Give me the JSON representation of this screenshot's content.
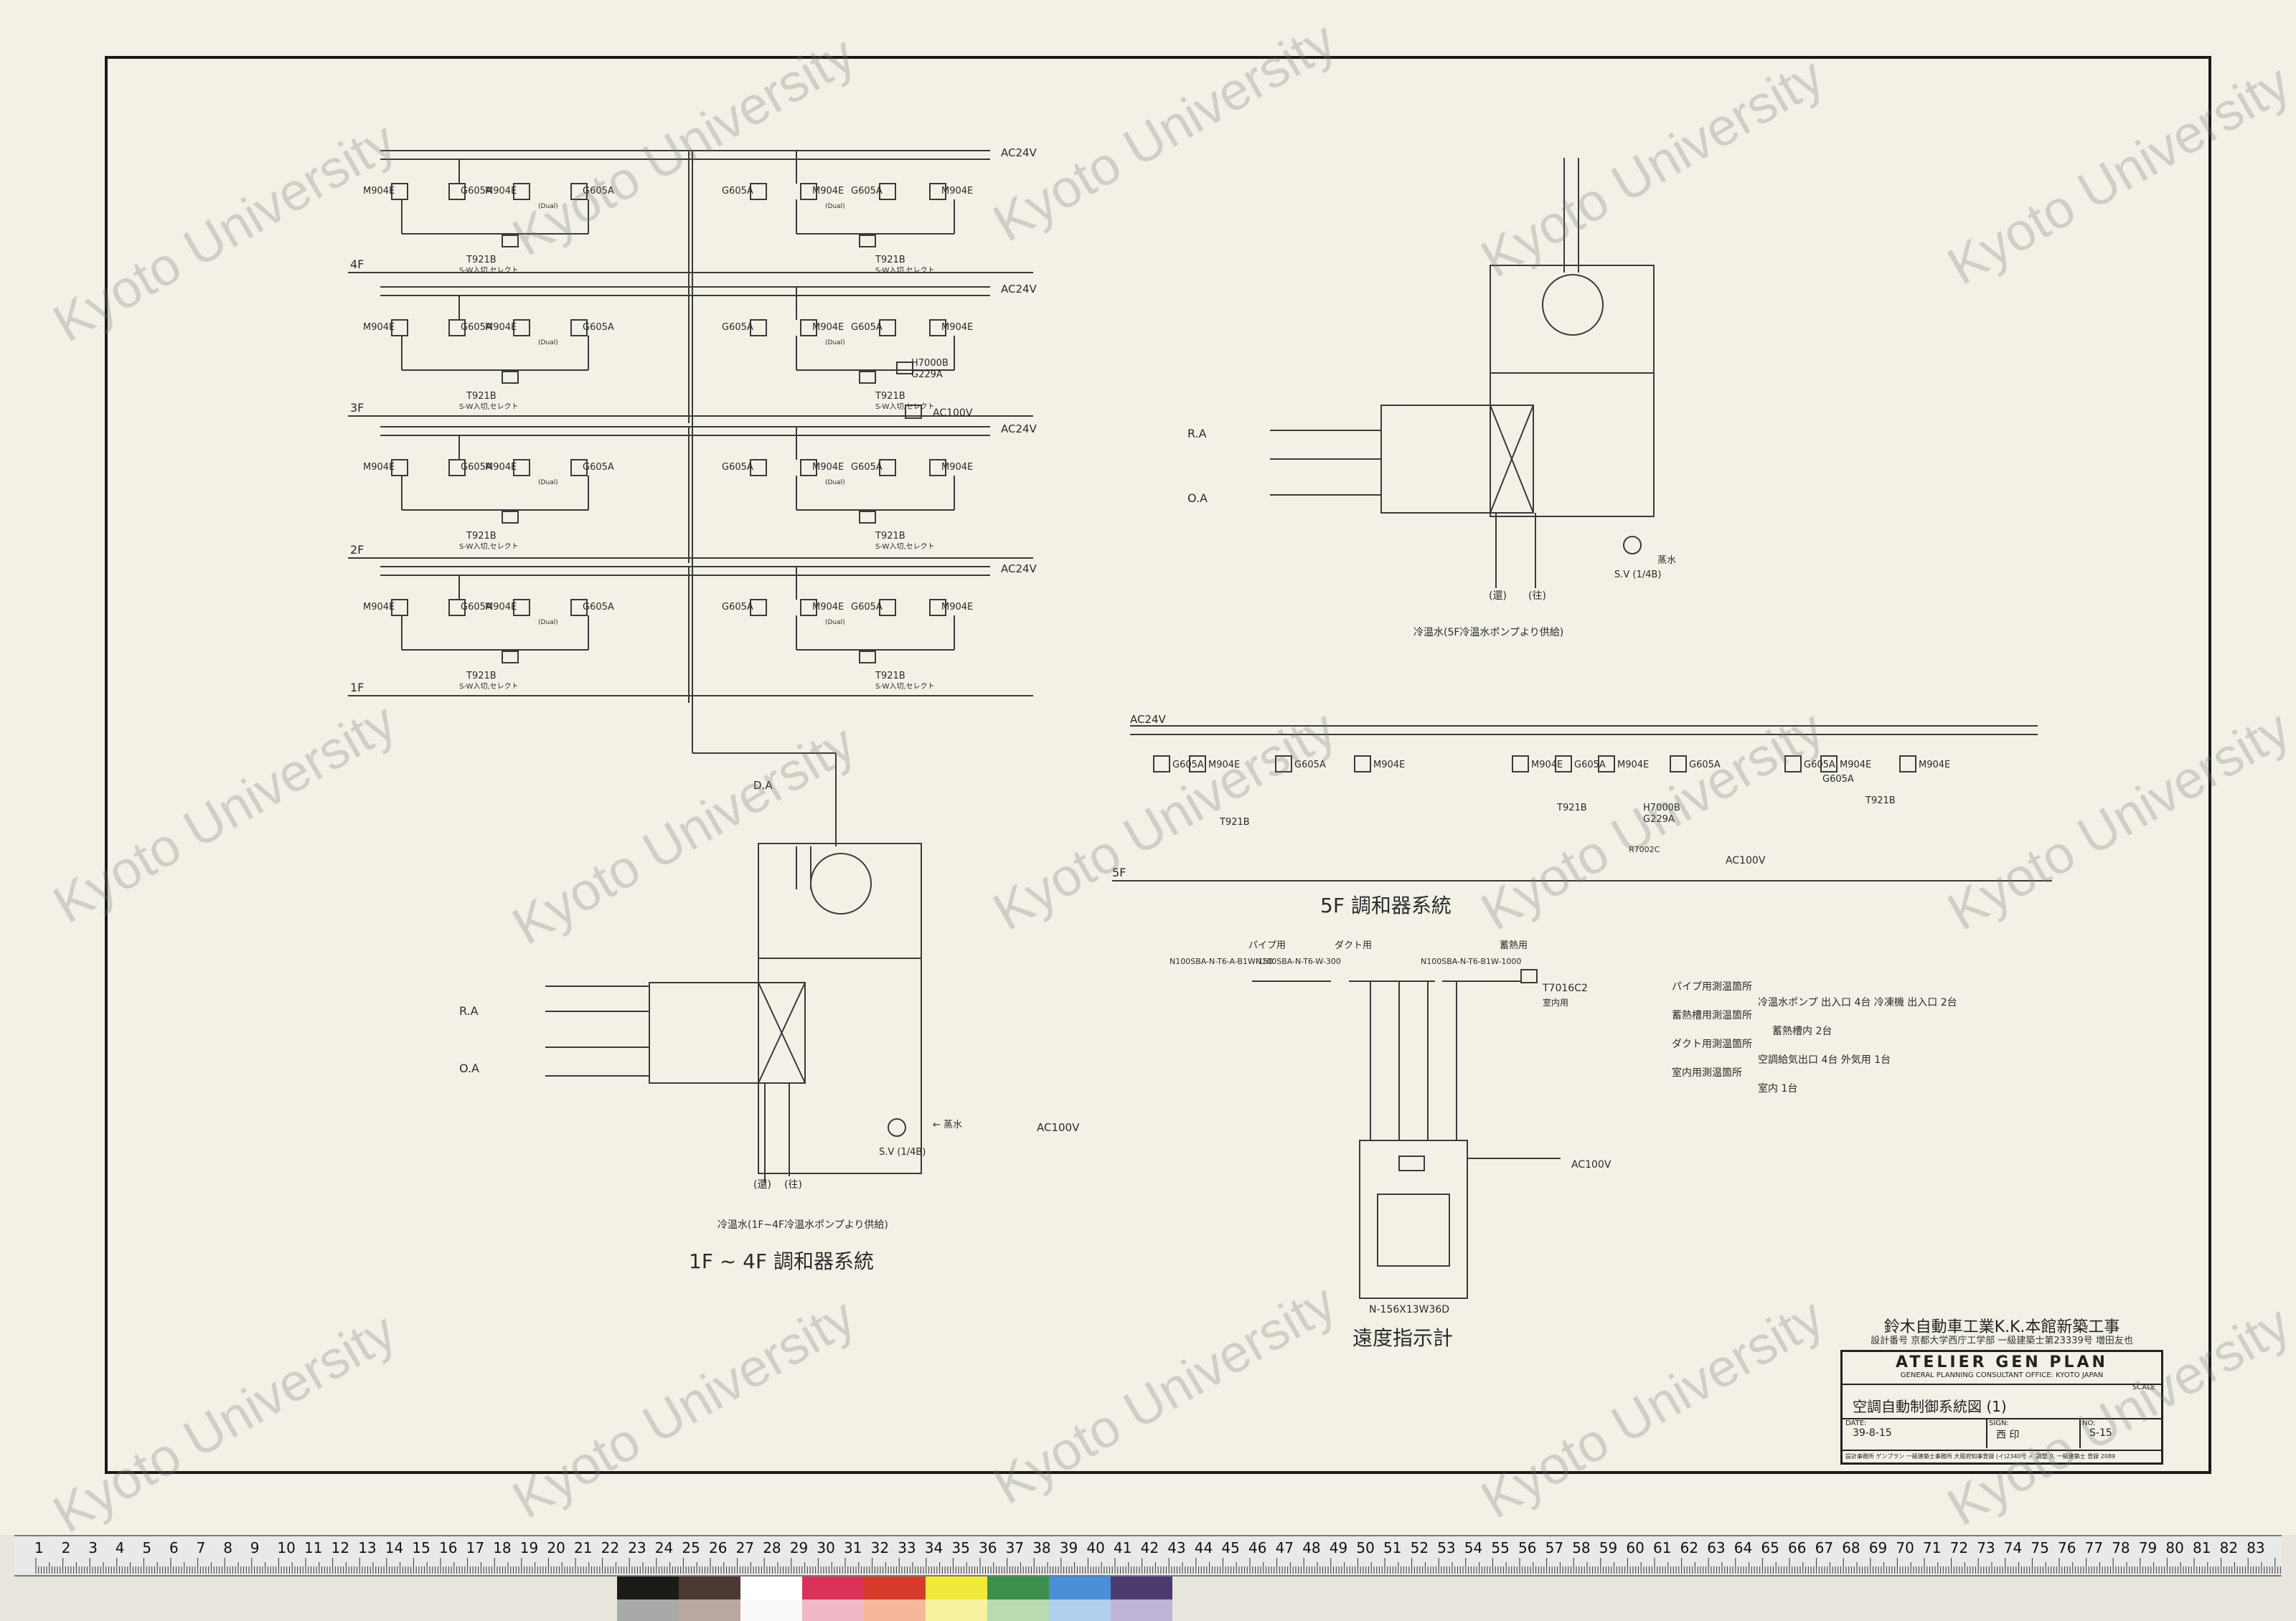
{
  "watermark": "Kyoto University",
  "colors": {
    "paper": "#f3f1e6",
    "ink": "#2a2a2a",
    "border": "#1a1a1a"
  },
  "floors": [
    "4F",
    "3F",
    "2F",
    "1F"
  ],
  "upper_system": {
    "supply": [
      "AC24V",
      "AC24V",
      "AC24V",
      "AC24V"
    ],
    "ac100": "AC100V",
    "devices_row": [
      "M904E",
      "G605A",
      "M904E",
      "G605A",
      "G605A",
      "M904E",
      "G605A",
      "M904E"
    ],
    "dual": "(Dual)",
    "t921b": "T921B",
    "t921b_note": "S-W入切,セレクト",
    "h7000": "H7000B",
    "h7000_sub": "G229A",
    "da": "D.A"
  },
  "ahu_left": {
    "ra": "R.A",
    "oa": "O.A",
    "ac100": "AC100V",
    "valve": "S.V (1/4B)",
    "water": "← 蒸水",
    "drain1": "(還)",
    "drain2": "(往)",
    "note": "冷温水(1F~4F冷温水ポンプより供給)",
    "title": "1F ~ 4F 調和器系統"
  },
  "ahu_right": {
    "ra": "R.A",
    "oa": "O.A",
    "valve": "S.V (1/4B)",
    "water": "蒸水",
    "drain1": "(還)",
    "drain2": "(往)",
    "note": "冷温水(5F冷温水ポンプより供給)",
    "title": "5F 調和器系統",
    "floor": "5F",
    "supply": "AC24V",
    "ac100": "AC100V",
    "devices": [
      "G605A",
      "M904E",
      "G605A",
      "M904E",
      "M904E",
      "G605A",
      "M904E",
      "G605A",
      "G605A",
      "M904E",
      "M904E"
    ],
    "extra": "G605A",
    "t921b": "T921B",
    "h7000": "H7000B",
    "h7000_sub": "G229A",
    "relay": "R7002C"
  },
  "meter_panel": {
    "labels": [
      "パイプ用",
      "ダクト用",
      "蓄熱用"
    ],
    "models": [
      "N100SBA-N-T6-A-B1W-150",
      "N100SBA-N-T6-W-300",
      "N100SBA-N-T6-B1W-1000"
    ],
    "t7016": "T7016C2",
    "t7016_sub": "室内用",
    "ac100": "AC100V",
    "box": "N-156X13W36D",
    "title": "遠度指示計"
  },
  "legend": {
    "lines": [
      "パイプ用測温箇所",
      "冷温水ポンプ 出入口 4台  冷凍機 出入口 2台",
      "蓄熱槽用測温箇所",
      "蓄熱槽内 2台",
      "ダクト用測温箇所",
      "空調給気出口 4台  外気用 1台",
      "室内用測温箇所",
      "室内 1台"
    ]
  },
  "title_block": {
    "project": "鈴木自動車工業K.K.本館新築工事",
    "designer": "設計番号 京都大学西庁工学部 一級建築士第23339号 増田友也",
    "firm": "ATELIER GEN PLAN",
    "firm_sub": "GENERAL PLANNING CONSULTANT OFFICE: KYOTO JAPAN",
    "scale_label": "SCALE",
    "drawing_title": "空調自動制御系統図 (1)",
    "date_label": "DATE:",
    "date": "39-8-15",
    "sign_label": "SIGN:",
    "sign": "西 印",
    "no_label": "NO:",
    "no": "S-15",
    "footer": "設計事務所 ゲンプラン 一級建築士事務所 大阪府知事登録 (イ)2340号 ・ 調整 久 一級建築士 登録 2089"
  },
  "ruler": {
    "numbers": [
      "1",
      "2",
      "3",
      "4",
      "5",
      "6",
      "7",
      "8",
      "9",
      "10",
      "11",
      "12",
      "13",
      "14",
      "15",
      "16",
      "17",
      "18",
      "19",
      "20",
      "21",
      "22",
      "23",
      "24",
      "25",
      "26",
      "27",
      "28",
      "29",
      "30",
      "31",
      "32",
      "33",
      "34",
      "35",
      "36",
      "37",
      "38",
      "39",
      "40",
      "41",
      "42",
      "43",
      "44",
      "45",
      "46",
      "47",
      "48",
      "49",
      "50",
      "51",
      "52",
      "53",
      "54",
      "55",
      "56",
      "57",
      "58",
      "59",
      "60",
      "61",
      "62",
      "63",
      "64",
      "65",
      "66",
      "67",
      "68",
      "69",
      "70",
      "71",
      "72",
      "73",
      "74",
      "75",
      "76",
      "77",
      "78",
      "79",
      "80",
      "81",
      "82",
      "83"
    ]
  },
  "swatches": [
    "#1c1a17",
    "#4a3a33",
    "#ffffff",
    "#d8325a",
    "#d63a2a",
    "#f2ea3b",
    "#3f8f4c",
    "#4a8fd8",
    "#4b3a6e"
  ],
  "swatches_light": [
    "#a8aaa8",
    "#b8a8a0",
    "#fafafa",
    "#f3b8c8",
    "#f6b89a",
    "#f8f2a0",
    "#b8dbb0",
    "#b0d0ee",
    "#c0b4d6"
  ]
}
